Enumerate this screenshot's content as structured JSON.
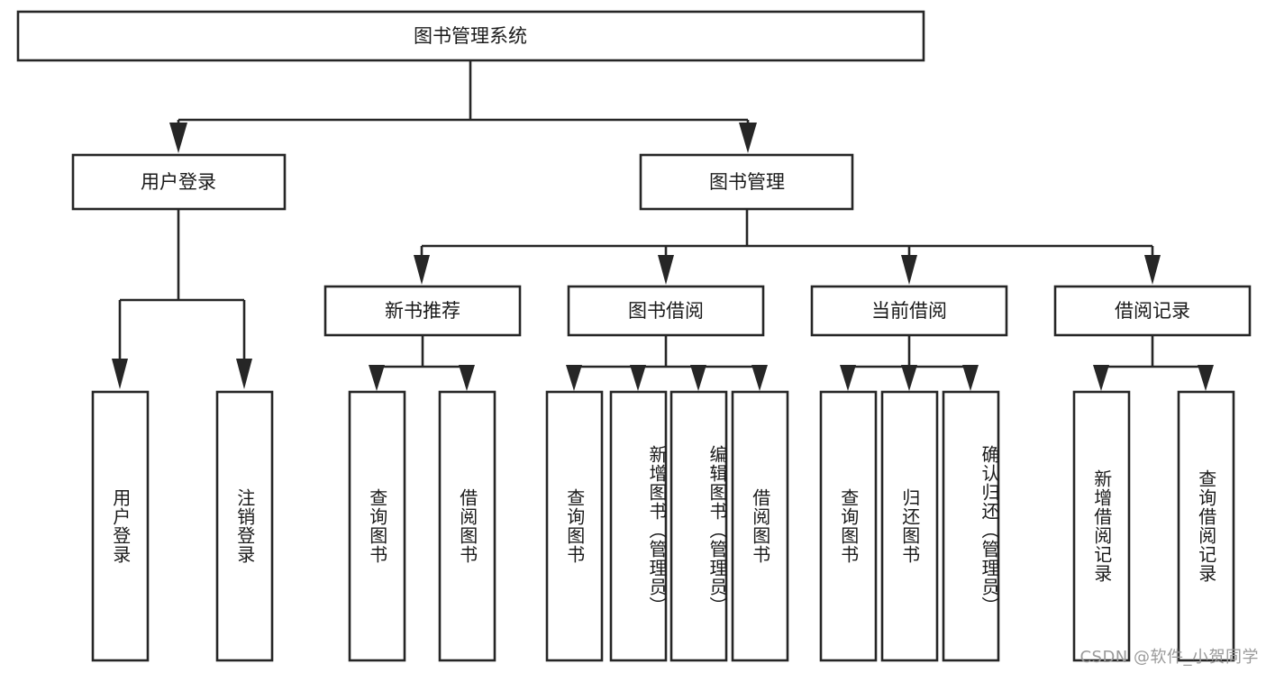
{
  "diagram": {
    "type": "tree-hierarchy",
    "title": "图书管理系统",
    "orientation": "top-down",
    "colors": {
      "stroke": "#262626",
      "fill": "#ffffff",
      "text": "#1a1a1a",
      "watermark": "#9a9a9a",
      "background": "#ffffff"
    },
    "root": {
      "label": "图书管理系统"
    },
    "level2": [
      {
        "label": "用户登录"
      },
      {
        "label": "图书管理"
      }
    ],
    "level3": [
      {
        "label": "新书推荐"
      },
      {
        "label": "图书借阅"
      },
      {
        "label": "当前借阅"
      },
      {
        "label": "借阅记录"
      }
    ],
    "leaves": {
      "user_login": [
        {
          "label": "用户登录"
        },
        {
          "label": "注销登录"
        }
      ],
      "new_book_recommend": [
        {
          "label": "查询图书"
        },
        {
          "label": "借阅图书"
        }
      ],
      "book_borrow": [
        {
          "label": "查询图书"
        },
        {
          "label": "新增图书（管理员）"
        },
        {
          "label": "编辑图书（管理员）"
        },
        {
          "label": "借阅图书"
        }
      ],
      "current_borrow": [
        {
          "label": "查询图书"
        },
        {
          "label": "归还图书"
        },
        {
          "label": "确认归还（管理员）"
        }
      ],
      "borrow_records": [
        {
          "label": "新增借阅记录"
        },
        {
          "label": "查询借阅记录"
        }
      ]
    },
    "watermark": "CSDN @软件_小贺同学"
  }
}
